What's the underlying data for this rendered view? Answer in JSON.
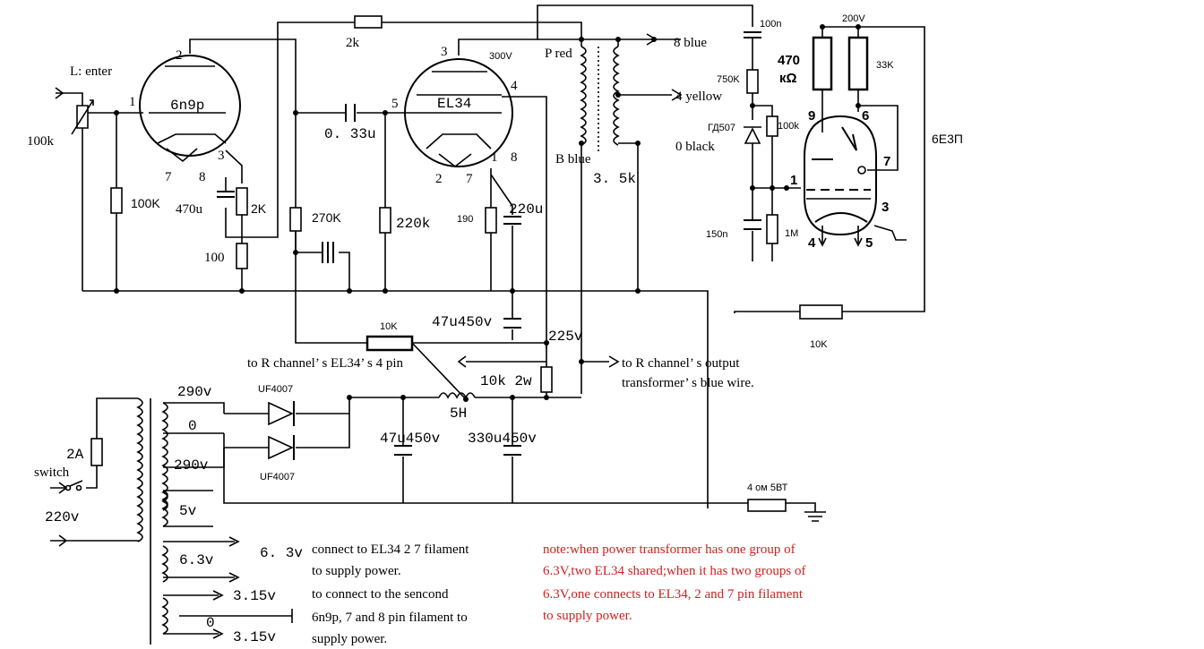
{
  "labels": {
    "input": "L: enter",
    "pot": "100k",
    "r_grid": "100K",
    "tube1": "6n9p",
    "t1_pin1": "1",
    "t1_pin2": "2",
    "t1_pin3": "3",
    "t1_pin7": "7",
    "t1_pin8": "8",
    "c_cath": "470u",
    "r_cath1": "2K",
    "r_cath2": "100",
    "r_plate": "2k",
    "c_couple": "0. 33u",
    "r_270": "270K",
    "r_220": "220k",
    "tube2": "EL34",
    "t2_pin3": "3",
    "t2_pin4": "4",
    "t2_pin5": "5",
    "t2_pin1": "1",
    "t2_pin8": "8",
    "t2_pin2": "2",
    "t2_pin7": "7",
    "v300": "300V",
    "r190": "190",
    "c220": "220u",
    "p_red": "P red",
    "b_blue": "B blue",
    "ot_imp": "3. 5k",
    "out8": "8 blue",
    "out4": "4 yellow",
    "out0": "0 black",
    "c100n": "100n",
    "r750": "750K",
    "diode": "ГД507",
    "r100k_tr": "100k",
    "c150n": "150n",
    "r1m": "1M",
    "v200": "200V",
    "r470": "470",
    "r470u": "кΩ",
    "r33k": "33K",
    "tube3": "6Е3П",
    "t3_pin9": "9",
    "t3_pin6": "6",
    "t3_pin7": "7",
    "t3_pin1": "1",
    "t3_pin3": "3",
    "t3_pin4": "4",
    "t3_pin5": "5",
    "r10k_top": "10K",
    "c47": "47u450v",
    "v225": "225v",
    "to_r_el34": "to R channel’ s EL34’ s 4 pin",
    "to_r_out1": "to R channel’ s output",
    "to_r_out2": "transformer’ s blue wire.",
    "r10k_2w": "10k  2w",
    "r10k_right": "10K",
    "v290a": "290v",
    "v0": "0",
    "v290b": "290v",
    "uf1": "UF4007",
    "uf2": "UF4007",
    "choke": "5H",
    "c47b": "47u450v",
    "c330": "330u450v",
    "fuse": "2A",
    "switch": "switch",
    "v220": "220v",
    "v5": "5v",
    "v63": "6.3v",
    "v63b": "6. 3v",
    "v315a": "3.15v",
    "v0b": "0",
    "v315b": "3.15v",
    "r4ohm": "4 ом 5ВТ",
    "txt1": "connect to EL34 2 7 filament",
    "txt2": "to supply power.",
    "txt3": "to connect to the sencond",
    "txt4": "6n9p, 7 and 8 pin filament to",
    "txt5": "supply power.",
    "note1": "note:when power transformer has one group of",
    "note2": "6.3V,two EL34 shared;when it has two groups of",
    "note3": "6.3V,one connects to EL34, 2 and 7 pin filament",
    "note4": "to supply power."
  },
  "colors": {
    "note": "#d11f1f",
    "ink": "#000000"
  }
}
